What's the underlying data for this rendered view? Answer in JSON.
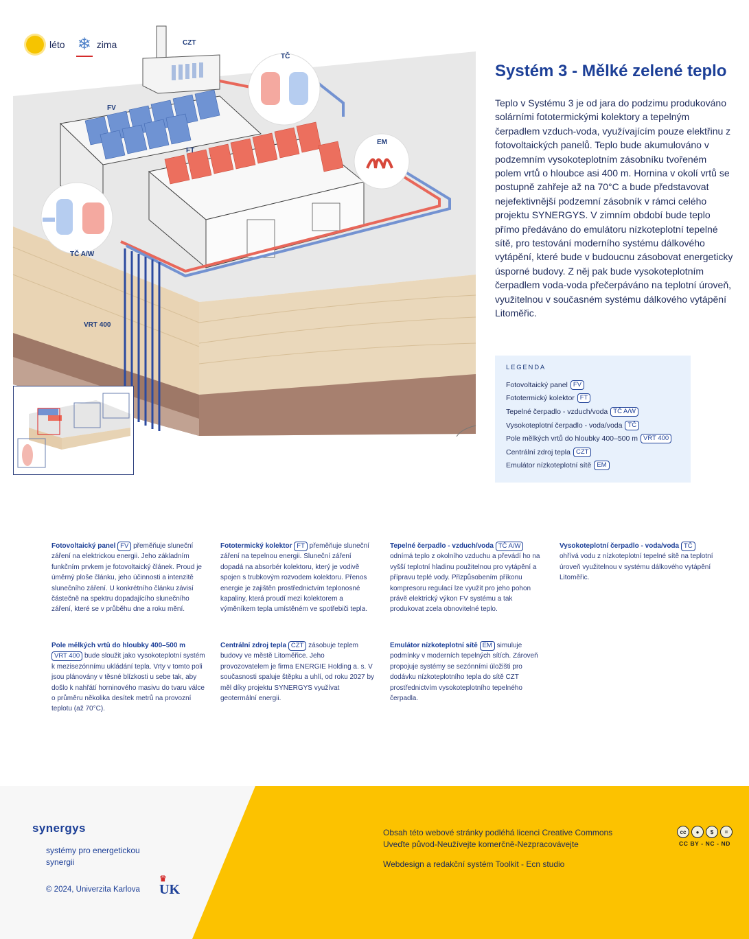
{
  "season": {
    "summer": "léto",
    "winter": "zima"
  },
  "labels": {
    "czt": "CZT",
    "tc": "TČ",
    "fv": "FV",
    "ft": "FT",
    "em": "EM",
    "tcaw": "TČ A/W",
    "vrt": "VRT 400"
  },
  "article": {
    "title": "Systém 3 - Mělké zelené teplo",
    "body": "Teplo v Systému 3 je od jara do podzimu produkováno solárními fototermickými kolektory a tepelným čerpadlem vzduch-voda, využívajícím pouze elektřinu z fotovoltaických panelů. Teplo bude akumulováno v podzemním vysokoteplotním zásobníku tvořeném polem vrtů o hloubce asi 400 m. Hornina v okolí vrtů se postupně zahřeje až na 70°C a bude představovat nejefektivnější podzemní zásobník v rámci celého projektu SYNERGYS. V zimním období bude teplo přímo předáváno do emulátoru nízkoteplotní tepelné sítě, pro testování moderního systému dálkového vytápění, které bude v budoucnu zásobovat energeticky úsporné budovy. Z něj pak bude vysokoteplotním čerpadlem voda-voda přečerpáváno na teplotní úroveň, využitelnou v současném systému dálkového vytápění Litoměřic."
  },
  "legend": {
    "title": "LEGENDA",
    "items": [
      {
        "label": "Fotovoltaický panel",
        "tag": "FV"
      },
      {
        "label": "Fototermický kolektor",
        "tag": "FT"
      },
      {
        "label": "Tepelné čerpadlo - vzduch/voda",
        "tag": "TČ A/W"
      },
      {
        "label": "Vysokoteplotní čerpadlo - voda/voda",
        "tag": "TČ"
      },
      {
        "label": "Pole mělkých vrtů do hloubky 400–500 m",
        "tag": "VRT 400"
      },
      {
        "label": "Centrální zdroj tepla",
        "tag": "CZT"
      },
      {
        "label": "Emulátor nízkoteplotní sítě",
        "tag": "EM"
      }
    ]
  },
  "descriptions": [
    {
      "title": "Fotovoltaický panel",
      "tag": "FV",
      "text": "přeměňuje sluneční záření na elektrickou energii. Jeho základním funkčním prvkem je fotovoltaický článek. Proud je úměrný ploše článku, jeho účinnosti a intenzitě slunečního záření. U konkrétního článku závisí částečně na spektru dopadajícího slunečního záření, které se v průběhu dne a roku mění."
    },
    {
      "title": "Fototermický kolektor",
      "tag": "FT",
      "text": "přeměňuje sluneční záření na tepelnou energii. Sluneční záření dopadá na absorbér kolektoru, který je vodivě spojen s trubkovým rozvodem kolektoru. Přenos energie je zajištěn prostřednictvím teplonosné kapaliny, která proudí mezi kolektorem a výměníkem tepla umístěném ve spotřebiči tepla."
    },
    {
      "title": "Tepelné čerpadlo - vzduch/voda",
      "tag": "TČ A/W",
      "text": "odnímá teplo z okolního vzduchu a převádí ho na vyšší teplotní hladinu použitelnou pro vytápění a přípravu teplé vody. Přizpůsobením příkonu kompresoru regulací lze využít pro jeho pohon právě elektrický výkon FV systému a tak produkovat zcela obnovitelné teplo."
    },
    {
      "title": "Vysokoteplotní čerpadlo - voda/voda",
      "tag": "TČ",
      "text": "ohřívá vodu z nízkoteplotní tepelné sítě na teplotní úroveň využitelnou v systému dálkového vytápění Litoměřic."
    },
    {
      "title": "Pole mělkých vrtů do hloubky 400–500 m",
      "tag": "VRT 400",
      "text": "bude sloužit jako vysokoteplotní systém k mezisezónnímu ukládání tepla. Vrty v tomto poli jsou plánovány v těsné blízkosti u sebe tak, aby došlo k nahřátí horninového masivu do tvaru válce o průměru několika desítek metrů na provozní teplotu (až 70°C)."
    },
    {
      "title": "Centrální zdroj tepla",
      "tag": "CZT",
      "text": "zásobuje teplem budovy ve městě Litoměřice. Jeho provozovatelem je firma ENERGIE Holding a. s. V současnosti spaluje štěpku a uhlí, od roku 2027 by měl díky projektu SYNERGYS využívat geotermální energii."
    },
    {
      "title": "Emulátor nízkoteplotní sítě",
      "tag": "EM",
      "text": "simuluje podmínky v moderních tepelných sítích. Zároveň propojuje systémy se sezónními úložišti pro dodávku nízkoteplotního tepla do sítě CZT prostřednictvím vysokoteplotního tepelného čerpadla."
    }
  ],
  "footer": {
    "brand": "synergys",
    "tagline": "systémy pro energetickou synergii",
    "copyright": "© 2024, Univerzita Karlova",
    "uk": "UK",
    "license_line1": "Obsah této webové stránky podléhá licenci Creative Commons",
    "license_line2": "Uveďte původ-Neužívejte komerčně-Nezpracovávejte",
    "webdesign": "Webdesign a redakční systém Toolkit - Ecn studio",
    "cc_labels": "CC  BY - NC - ND"
  },
  "colors": {
    "accent": "#1c3f97",
    "yellow": "#fcc200",
    "hot": "#e8675a",
    "cold": "#6d8fd0"
  }
}
